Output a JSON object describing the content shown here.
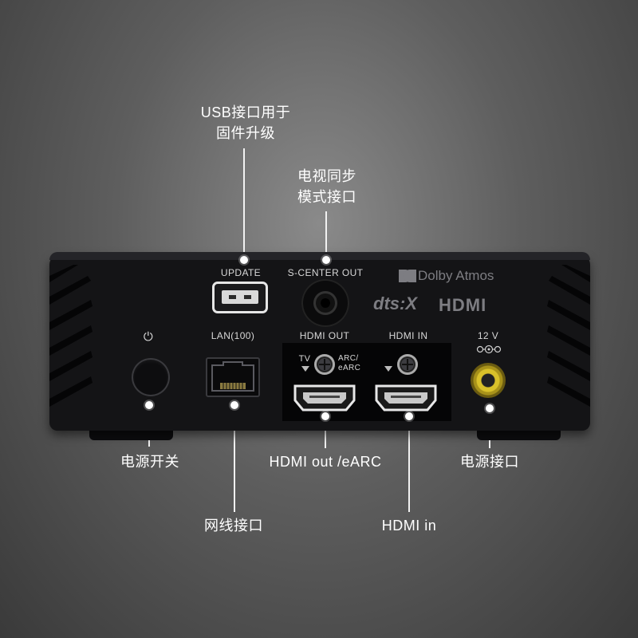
{
  "callouts": {
    "usb_line1": "USB接口用于",
    "usb_line2": "固件升级",
    "sync_line1": "电视同步",
    "sync_line2": "模式接口",
    "power_switch": "电源开关",
    "hdmi_out": "HDMI out  /eARC",
    "power_jack": "电源接口",
    "lan": "网线接口",
    "hdmi_in": "HDMI in"
  },
  "device": {
    "labels": {
      "update": "UPDATE",
      "s_center_out": "S-CENTER  OUT",
      "lan": "LAN(100)",
      "hdmi_out": "HDMI  OUT",
      "hdmi_in": "HDMI  IN",
      "voltage": "12 V",
      "tv": "TV",
      "arc": "ARC/",
      "earc": "eARC",
      "power_symbol": "⏻"
    },
    "logos": {
      "dolby": "Dolby Atmos",
      "dts": "dts:X",
      "hdmi": "HDMI"
    }
  },
  "colors": {
    "background": "#5e5e5e",
    "device": "#141416",
    "callout_text": "#ffffff",
    "dc_jack": "#d9c12a"
  },
  "icons": [
    "power-icon",
    "dolby-icon",
    "polarity-icon",
    "screw-icon"
  ]
}
